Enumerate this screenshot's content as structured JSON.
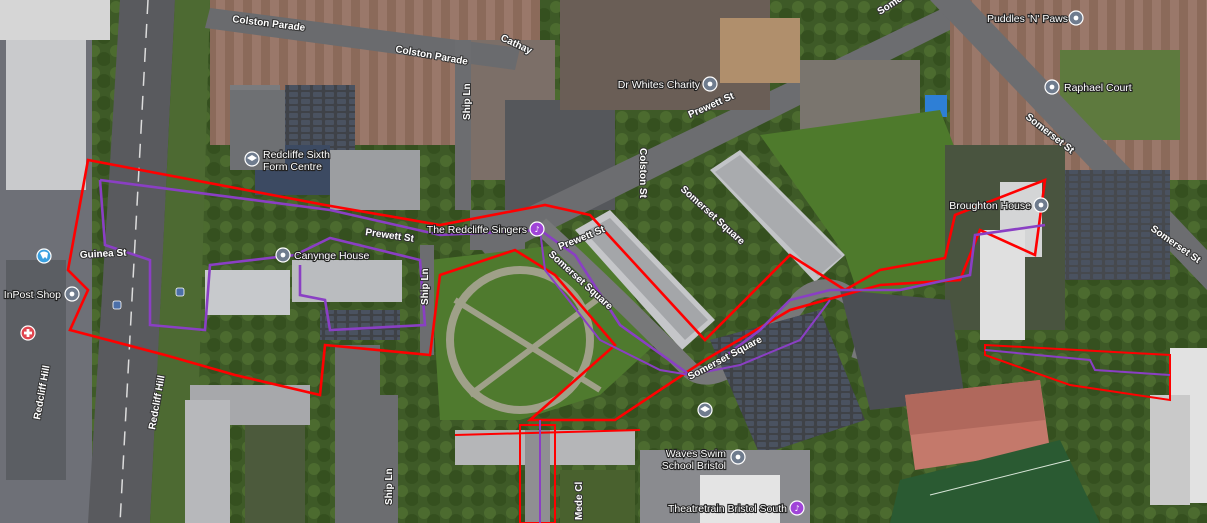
{
  "map": {
    "type": "satellite",
    "boundary_color": "#ff0000",
    "route_color": "#8a3fc4",
    "streets": [
      {
        "id": "colston-parade-1",
        "name": "Colston Parade"
      },
      {
        "id": "colston-parade-2",
        "name": "Colston Parade"
      },
      {
        "id": "cathay",
        "name": "Cathay"
      },
      {
        "id": "prewett-st-1",
        "name": "Prewett St"
      },
      {
        "id": "prewett-st-2",
        "name": "Prewett St"
      },
      {
        "id": "prewett-st-3",
        "name": "Prewett St"
      },
      {
        "id": "somerset-st-1",
        "name": "Somerset St"
      },
      {
        "id": "somerset-st-2",
        "name": "Somerset St"
      },
      {
        "id": "somerset-st-3",
        "name": "Somerset St"
      },
      {
        "id": "somerset-square-1",
        "name": "Somerset Square"
      },
      {
        "id": "somerset-square-2",
        "name": "Somerset Square"
      },
      {
        "id": "somerset-square-3",
        "name": "Somerset Square"
      },
      {
        "id": "guinea-st",
        "name": "Guinea St"
      },
      {
        "id": "redcliff-hill-1",
        "name": "Redcliff Hill"
      },
      {
        "id": "redcliff-hill-2",
        "name": "Redcliff Hill"
      },
      {
        "id": "ship-ln-1",
        "name": "Ship Ln"
      },
      {
        "id": "ship-ln-2",
        "name": "Ship Ln"
      },
      {
        "id": "ship-ln-3",
        "name": "Ship Ln"
      },
      {
        "id": "mede-cl",
        "name": "Mede Cl"
      },
      {
        "id": "colston-st",
        "name": "Colston St"
      }
    ],
    "pois": [
      {
        "id": "puddles-n-paws",
        "name": "Puddles 'N' Paws",
        "icon": "pin-icon"
      },
      {
        "id": "raphael-court",
        "name": "Raphael Court",
        "icon": "pin-icon"
      },
      {
        "id": "dr-whites-charity",
        "name": "Dr Whites Charity",
        "icon": "pin-icon"
      },
      {
        "id": "redcliffe-sixth-form",
        "name": "Redcliffe Sixth Form Centre",
        "line1": "Redcliffe Sixth",
        "line2": "Form Centre",
        "icon": "school-icon"
      },
      {
        "id": "redcliffe-singers",
        "name": "The Redcliffe Singers",
        "icon": "music-icon"
      },
      {
        "id": "canynge-house",
        "name": "Canynge House",
        "icon": "pin-icon"
      },
      {
        "id": "broughton-house",
        "name": "Broughton House",
        "icon": "pin-icon"
      },
      {
        "id": "waves-swim-school",
        "name": "Waves Swim School Bristol",
        "line1": "Waves Swim",
        "line2": "School Bristol",
        "icon": "pin-icon"
      },
      {
        "id": "theatretrain",
        "name": "Theatretrain Bristol South",
        "icon": "music-icon"
      },
      {
        "id": "inpost-shop",
        "name": "InPost Shop",
        "icon": "pin-icon"
      },
      {
        "id": "dentist",
        "name": "",
        "icon": "tooth-icon"
      },
      {
        "id": "medical",
        "name": "",
        "icon": "medical-icon"
      },
      {
        "id": "school-marker",
        "name": "",
        "icon": "school-icon"
      }
    ]
  }
}
